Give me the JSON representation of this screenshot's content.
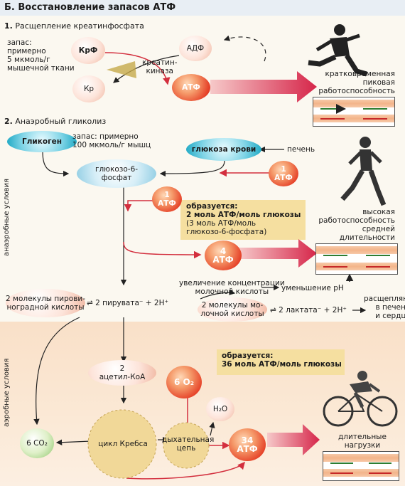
{
  "header": {
    "title": "Б. Восстановление запасов АТФ"
  },
  "section1": {
    "title_num": "1.",
    "title": " Расщепление креатинфосфата",
    "reserve_line1": "запас:",
    "reserve_line2": "примерно",
    "reserve_line3": "5 мкмоль/г",
    "reserve_line4": "мышечной ткани",
    "crp": "КрФ",
    "cr": "Кр",
    "adp": "АДФ",
    "atp": "АТФ",
    "enzyme_line1": "креатин-",
    "enzyme_line2": "киназа",
    "result_line1": "кратковременная",
    "result_line2": "пиковая",
    "result_line3": "работоспособность"
  },
  "section2": {
    "title_num": "2.",
    "title": " Анаэробный гликолиз",
    "glycogen": "Гликоген",
    "reserve_line1": "запас: примерно",
    "reserve_line2": "100 мкмоль/г мышц",
    "blood_glucose": "глюкоза крови",
    "liver": "печень",
    "g6p_line1": "глюкозо-6-",
    "g6p_line2": "фосфат",
    "atp1_num": "1",
    "atp1_label": "АТФ",
    "atp2_num": "1",
    "atp2_label": "АТФ",
    "formed_title": "образуется:",
    "formed_value": "2 моль АТФ/моль глюкозы",
    "formed_note1": "(3 моль АТФ/моль",
    "formed_note2": "глюкозо-6-фосфата)",
    "atp4_num": "4",
    "atp4_label": "АТФ",
    "result_line1": "высокая",
    "result_line2": "работоспособность",
    "result_line3": "средней",
    "result_line4": "длительности",
    "lactic_line1": "увеличение концентрации",
    "lactic_line2": "молочной кислоты",
    "ph": "уменьшение pH",
    "pyruvic_line1": "2 молекулы пирови-",
    "pyruvic_line2": "ноградной кислоты",
    "pyruvate": "⇌ 2 пирувата⁻ + 2H⁺",
    "lactic_mol_line1": "2 молекулы мо-",
    "lactic_mol_line2": "лочной кислоты",
    "lactate": "⇌ 2 лактата⁻ + 2H⁺",
    "split_line1": "расщепляются",
    "split_line2": "в печени",
    "split_line3": "и сердце",
    "vertical_label": "анаэробные условия"
  },
  "section3": {
    "acetyl_line1": "2",
    "acetyl_line2": "ацетил-КоА",
    "o2": "6 O₂",
    "water": "H₂O",
    "co2": "6 CO₂",
    "krebs": "цикл Кребса",
    "resp_line1": "дыхательная",
    "resp_line2": "цепь",
    "formed_title": "образуется:",
    "formed_value": "36 моль АТФ/моль глюкозы",
    "atp34_num": "34",
    "atp34_label": "АТФ",
    "result_line1": "длительные",
    "result_line2": "нагрузки",
    "vertical_label": "аэробные условия"
  },
  "colors": {
    "red_arrow": "#d32f3e",
    "yellow_box": "#f5dfa0",
    "bar_green": "#2e7d32",
    "bar_red": "#c62828"
  }
}
